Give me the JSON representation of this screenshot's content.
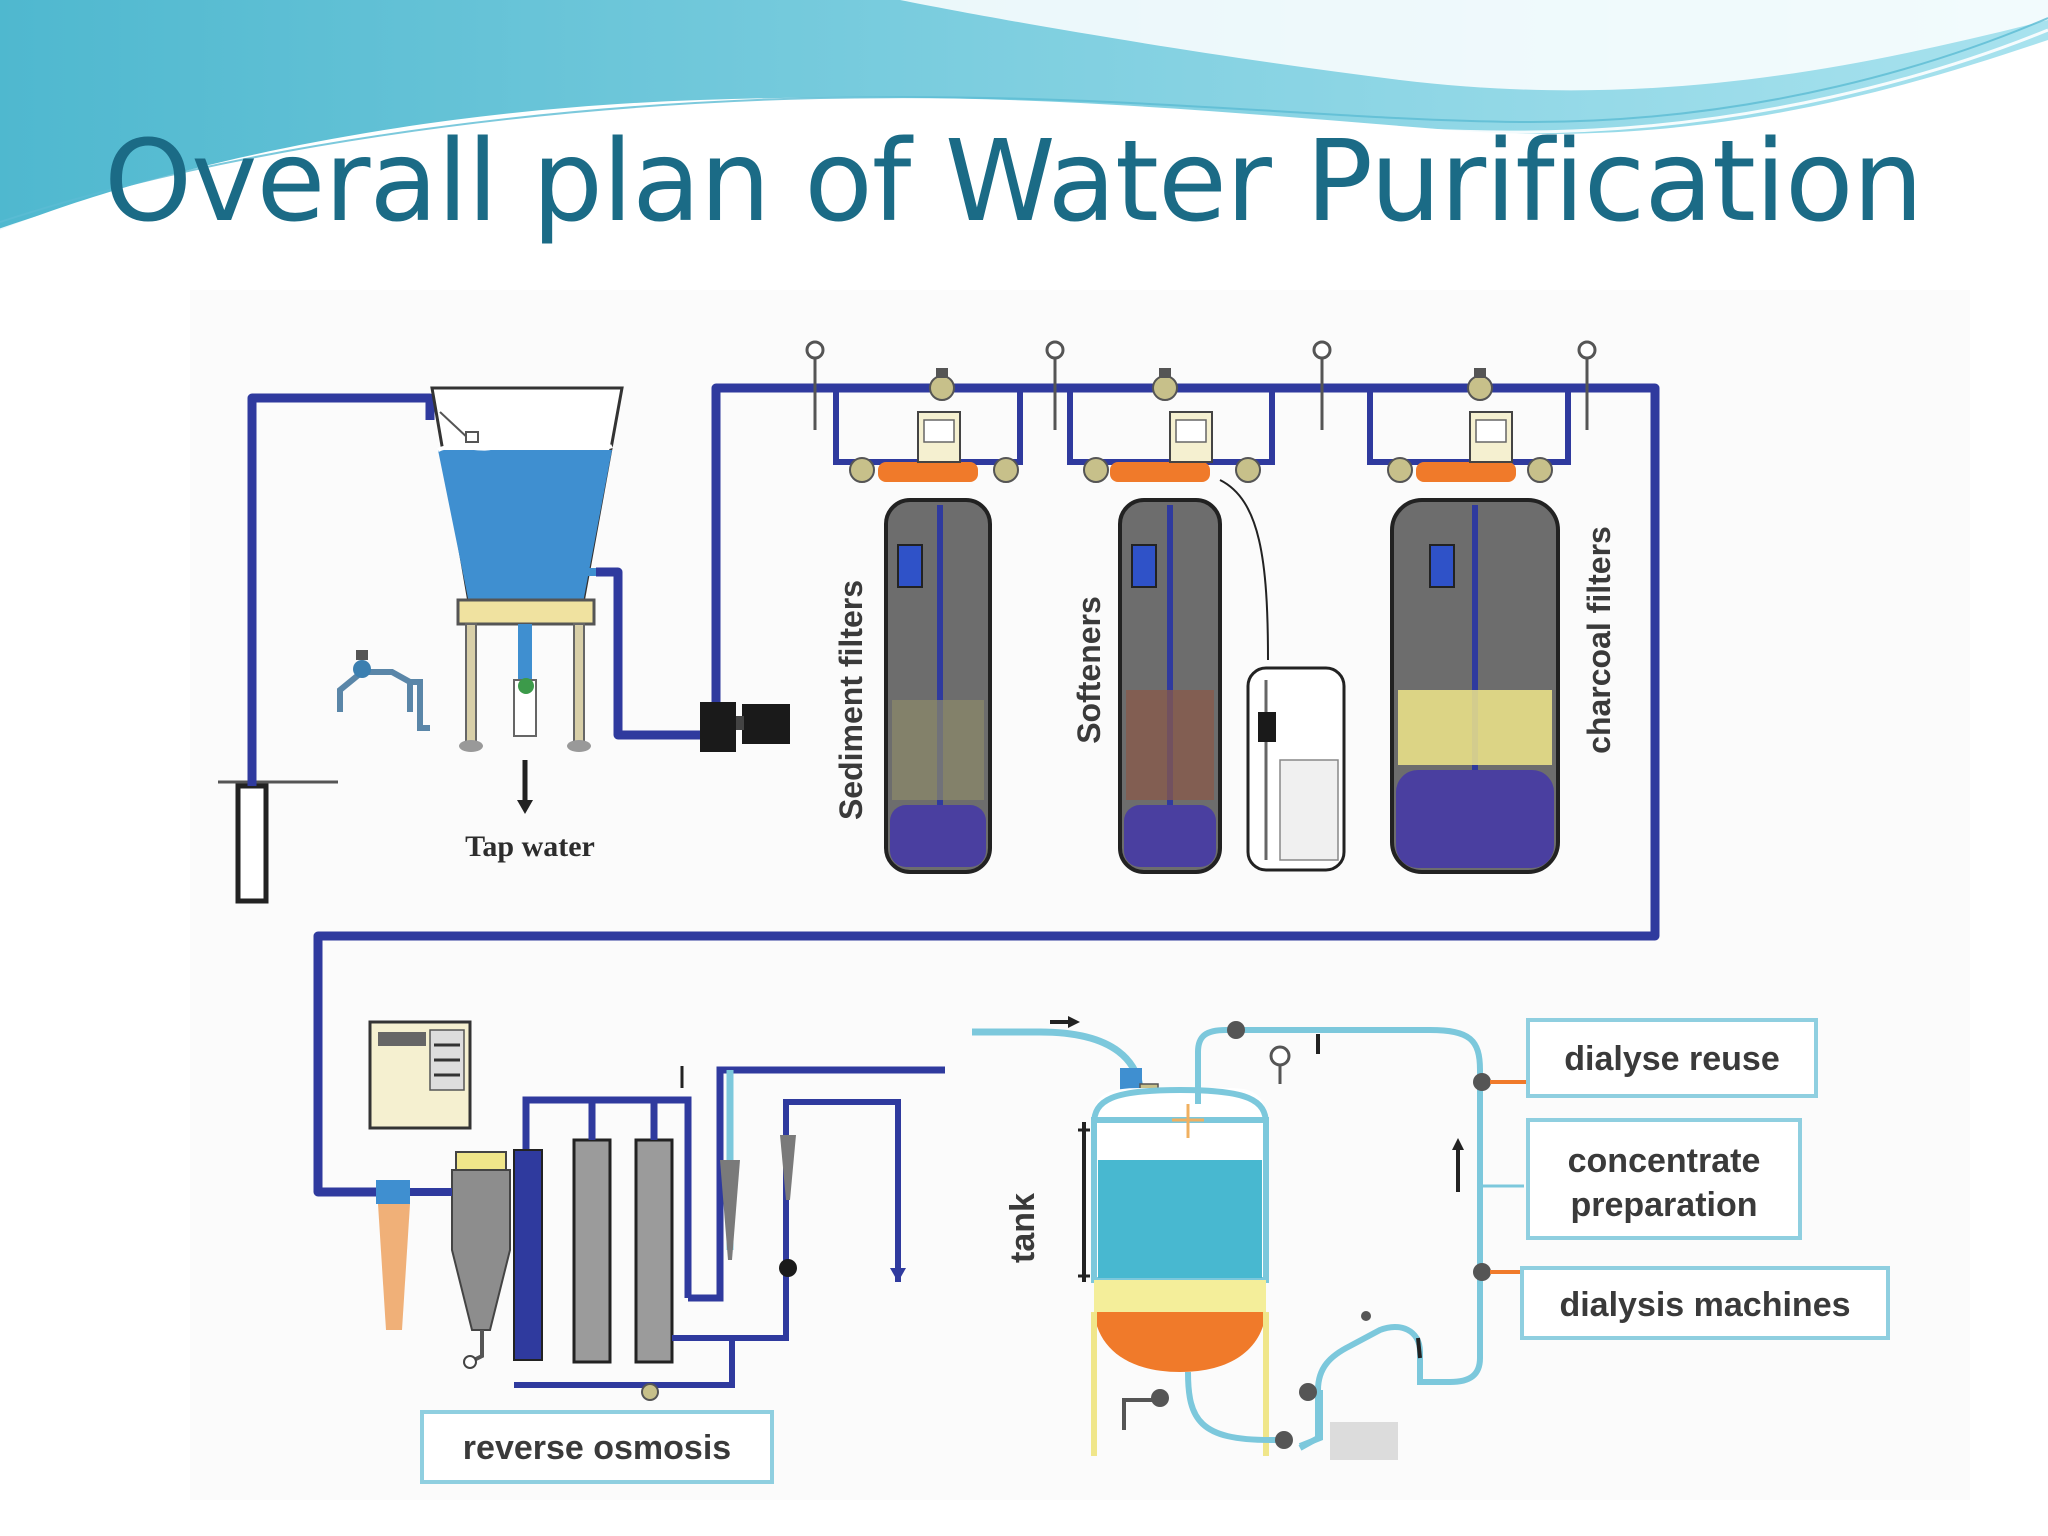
{
  "slide": {
    "title": "Overall plan of Water Purification"
  },
  "diagram": {
    "labels": {
      "tap_water": "Tap water",
      "sediment_filters": "Sediment   filters",
      "softeners": "Softeners",
      "charcoal_filters": "charcoal   filters",
      "reverse_osmosis": "reverse osmosis",
      "tank": "tank",
      "dialyse_reuse": "dialyse reuse",
      "concentrate_line1": "concentrate",
      "concentrate_line2": "preparation",
      "dialysis_machines": "dialysis machines"
    },
    "colors": {
      "title": "#1b6b86",
      "pipe_main": "#2f3a9e",
      "pipe_loop": "#7cc8dc",
      "water": "#3f8fd0",
      "tank_water": "#48b8d0",
      "label_box_border": "#8fcfe0"
    }
  }
}
